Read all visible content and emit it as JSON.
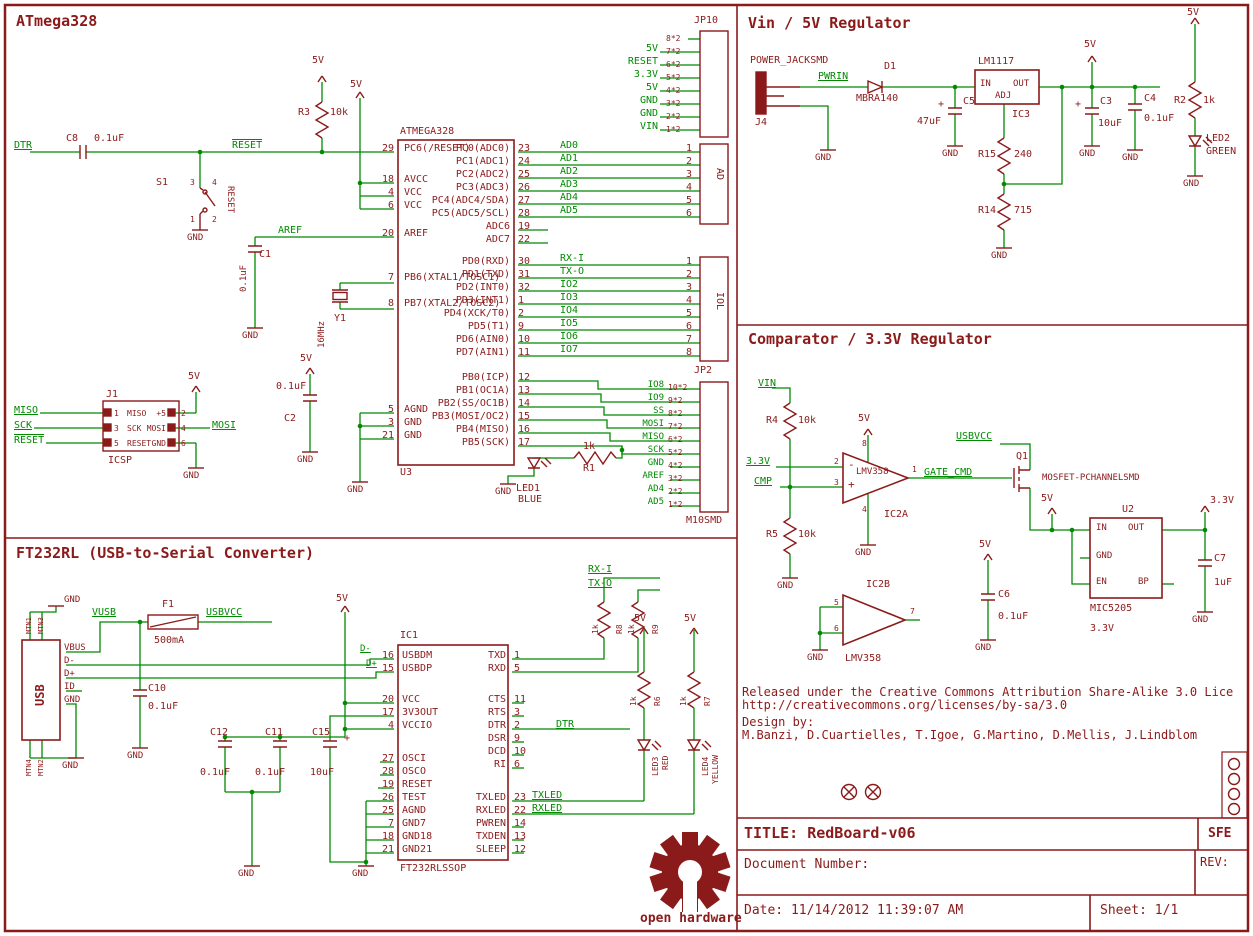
{
  "colors": {
    "maroon": "#8b1a1a",
    "green": "#008a00"
  },
  "nets": {
    "v5": "5V",
    "gnd": "GND",
    "v33": "3.3V",
    "vin": "VIN",
    "aref": "AREF",
    "reset": "RESET",
    "mosi": "MOSI",
    "dtr": "DTR",
    "usbvcc": "USBVCC",
    "vusb": "VUSB",
    "pwrin": "PWRIN",
    "cmp": "CMP",
    "rx_i": "RX-I",
    "tx_o": "TX-O",
    "gate_cmd": "GATE_CMD",
    "txled": "TXLED",
    "rxled": "RXLED",
    "d_minus": "D-",
    "d_plus": "D+",
    "plus": "+",
    "minus": "-"
  },
  "atmega": {
    "title": "ATmega328",
    "u3": {
      "ref": "U3",
      "part": "ATMEGA328"
    },
    "left": {
      "reset_num": "29",
      "reset_name": "PC6(/RESET)",
      "pwr_nums": [
        "18",
        "4",
        "6"
      ],
      "pwr_names": [
        "AVCC",
        "VCC",
        "VCC"
      ],
      "aref_num": "20",
      "aref_name": "AREF",
      "xtal1_num": "7",
      "xtal1_name": "PB6(XTAL1/TOSC1)",
      "xtal2_num": "8",
      "xtal2_name": "PB7(XTAL2/TOSC2)",
      "gnd_nums": [
        "5",
        "3",
        "21"
      ],
      "gnd_names": [
        "AGND",
        "GND",
        "GND"
      ]
    },
    "right": {
      "pc_names": [
        "PC0(ADC0)",
        "PC1(ADC1)",
        "PC2(ADC2)",
        "PC3(ADC3)",
        "PC4(ADC4/SDA)",
        "PC5(ADC5/SCL)",
        "ADC6",
        "ADC7"
      ],
      "pc_nums": [
        "23",
        "24",
        "25",
        "26",
        "27",
        "28",
        "19",
        "22"
      ],
      "pd_names": [
        "PD0(RXD)",
        "PD1(TXD)",
        "PD2(INT0)",
        "PD3(INT1)",
        "PD4(XCK/T0)",
        "PD5(T1)",
        "PD6(AIN0)",
        "PD7(AIN1)"
      ],
      "pd_nums": [
        "30",
        "31",
        "32",
        "1",
        "2",
        "9",
        "10",
        "11"
      ],
      "pb_names": [
        "PB0(ICP)",
        "PB1(OC1A)",
        "PB2(SS/OC1B)",
        "PB3(MOSI/OC2)",
        "PB4(MISO)",
        "PB5(SCK)"
      ],
      "pb_nums": [
        "12",
        "13",
        "14",
        "15",
        "16",
        "17"
      ]
    },
    "jp10": {
      "ref": "JP10",
      "nets": [
        "5V",
        "RESET",
        "3.3V",
        "5V",
        "GND",
        "GND",
        "VIN"
      ],
      "pins": [
        "8*2",
        "7*2",
        "6*2",
        "5*2",
        "4*2",
        "3*2",
        "2*2",
        "1*2"
      ]
    },
    "ad": {
      "name": "AD",
      "nets": [
        "AD0",
        "AD1",
        "AD2",
        "AD3",
        "AD4",
        "AD5"
      ],
      "pins": [
        "1",
        "2",
        "3",
        "4",
        "5",
        "6"
      ]
    },
    "iol": {
      "name": "IOL",
      "nets": [
        "RX-I",
        "TX-O",
        "IO2",
        "IO3",
        "IO4",
        "IO5",
        "IO6",
        "IO7"
      ],
      "pins": [
        "1",
        "2",
        "3",
        "4",
        "5",
        "6",
        "7",
        "8"
      ]
    },
    "jp2": {
      "ref": "JP2",
      "part": "M10SMD",
      "nets": [
        "IO8",
        "IO9",
        "SS",
        "MOSI",
        "MISO",
        "SCK",
        "GND",
        "AREF",
        "AD4",
        "AD5"
      ],
      "pins": [
        "10*2",
        "9*2",
        "8*2",
        "7*2",
        "6*2",
        "5*2",
        "4*2",
        "3*2",
        "2*2",
        "1*2"
      ]
    },
    "c8": {
      "ref": "C8",
      "val": "0.1uF"
    },
    "r3": {
      "ref": "R3",
      "val": "10k"
    },
    "s1": {
      "ref": "S1",
      "val": "RESET",
      "p3": "3",
      "p4": "4",
      "p1": "1",
      "p2": "2"
    },
    "c1": {
      "ref": "C1",
      "val": "0.1uF"
    },
    "y1": {
      "ref": "Y1",
      "val": "16MHz"
    },
    "c2": {
      "ref": "C2",
      "val": "0.1uF"
    },
    "j1": {
      "ref": "J1",
      "part": "ICSP",
      "nets_left": [
        "MISO",
        "SCK",
        "RESET"
      ],
      "names_left": [
        "MISO",
        "SCK",
        "RESET"
      ],
      "names_right": [
        "+5",
        "MOSI",
        "GND"
      ],
      "nums_left": [
        "1",
        "3",
        "5"
      ],
      "nums_right": [
        "2",
        "4",
        "6"
      ]
    },
    "led1": {
      "ref": "LED1",
      "val": "BLUE"
    },
    "r1": {
      "ref": "R1",
      "val": "1k"
    }
  },
  "ft232": {
    "title": "FT232RL (USB-to-Serial Converter)",
    "usb": {
      "name": "USB",
      "pins": [
        "VBUS",
        "D-",
        "D+",
        "ID",
        "GND"
      ],
      "mtn": [
        "MTN1",
        "MTN3",
        "MTN4",
        "MTN2"
      ]
    },
    "f1": {
      "ref": "F1",
      "val": "500mA"
    },
    "c10": {
      "ref": "C10",
      "val": "0.1uF"
    },
    "c11": {
      "ref": "C11",
      "val": "0.1uF"
    },
    "c12": {
      "ref": "C12",
      "val": "0.1uF"
    },
    "c15": {
      "ref": "C15",
      "val": "10uF"
    },
    "ic1": {
      "ref": "IC1",
      "part": "FT232RLSSOP",
      "l1n": [
        "USBDM",
        "USBDP"
      ],
      "l1p": [
        "16",
        "15"
      ],
      "l2n": [
        "VCC",
        "3V3OUT",
        "VCCIO"
      ],
      "l2p": [
        "20",
        "17",
        "4"
      ],
      "l3n": [
        "OSCI",
        "OSCO",
        "RESET",
        "TEST",
        "AGND",
        "GND7",
        "GND18",
        "GND21"
      ],
      "l3p": [
        "27",
        "28",
        "19",
        "26",
        "25",
        "7",
        "18",
        "21"
      ],
      "r1n": [
        "TXD",
        "RXD"
      ],
      "r1p": [
        "1",
        "5"
      ],
      "r2n": [
        "CTS",
        "RTS",
        "DTR",
        "DSR",
        "DCD",
        "RI"
      ],
      "r2p": [
        "11",
        "3",
        "2",
        "9",
        "10",
        "6"
      ],
      "r3n": [
        "TXLED",
        "RXLED",
        "PWREN",
        "TXDEN",
        "SLEEP"
      ],
      "r3p": [
        "23",
        "22",
        "14",
        "13",
        "12"
      ]
    },
    "r8": {
      "ref": "R8",
      "val": "1k"
    },
    "r9": {
      "ref": "R9",
      "val": "1k"
    },
    "r6": {
      "ref": "R6",
      "val": "1k"
    },
    "r7": {
      "ref": "R7",
      "val": "1k"
    },
    "led3": {
      "ref": "LED3",
      "val": "RED"
    },
    "led4": {
      "ref": "LED4",
      "val": "YELLOW"
    }
  },
  "reg5": {
    "title": "Vin / 5V Regulator",
    "jack": {
      "part": "POWER_JACKSMD",
      "ref": "J4"
    },
    "d1": {
      "ref": "D1",
      "val": "MBRA140"
    },
    "c5": {
      "ref": "C5",
      "val": "47uF"
    },
    "ic3": {
      "part": "LM1117",
      "ref": "IC3",
      "in": "IN",
      "out": "OUT",
      "adj": "ADJ"
    },
    "r15": {
      "ref": "R15",
      "val": "240"
    },
    "r14": {
      "ref": "R14",
      "val": "715"
    },
    "c3": {
      "ref": "C3",
      "val": "10uF"
    },
    "c4": {
      "ref": "C4",
      "val": "0.1uF"
    },
    "r2": {
      "ref": "R2",
      "val": "1k"
    },
    "led2": {
      "ref": "LED2",
      "val": "GREEN"
    }
  },
  "comp": {
    "title": "Comparator / 3.3V Regulator",
    "r4": {
      "ref": "R4",
      "val": "10k"
    },
    "r5": {
      "ref": "R5",
      "val": "10k"
    },
    "ic2a": {
      "ref": "IC2A",
      "part": "LMV358",
      "p8": "8",
      "p2": "2",
      "p3": "3",
      "p4": "4",
      "p1": "1"
    },
    "ic2b": {
      "ref": "IC2B",
      "part": "LMV358",
      "p5": "5",
      "p6": "6",
      "p7": "7"
    },
    "q1": {
      "ref": "Q1",
      "part": "MOSFET-PCHANNELSMD"
    },
    "u2": {
      "ref": "U2",
      "part": "MIC5205",
      "val": "3.3V",
      "in": "IN",
      "out": "OUT",
      "gnd": "GND",
      "en": "EN",
      "bp": "BP"
    },
    "c6": {
      "ref": "C6",
      "val": "0.1uF"
    },
    "c7": {
      "ref": "C7",
      "val": "1uF"
    }
  },
  "license": {
    "line1": "Released under the Creative Commons Attribution Share-Alike 3.0 Lice",
    "line2": "http://creativecommons.org/licenses/by-sa/3.0",
    "line3": "Design by:",
    "line4": "M.Banzi, D.Cuartielles, T.Igoe, G.Martino, D.Mellis, J.Lindblom"
  },
  "tb": {
    "title": "TITLE: RedBoard-v06",
    "sfe": "SFE",
    "doc": "Document Number:",
    "rev": "REV:",
    "date": "Date: 11/14/2012 11:39:07 AM",
    "sheet": "Sheet: 1/1",
    "logo": "open hardware"
  }
}
